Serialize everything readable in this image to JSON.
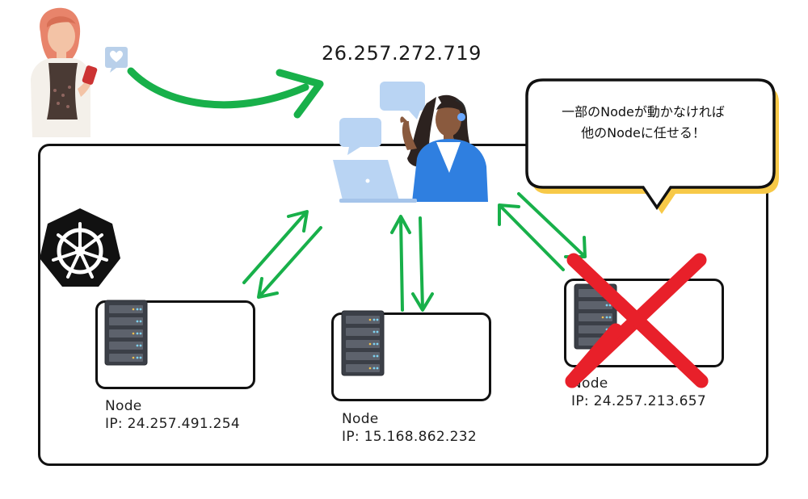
{
  "entry_ip": "26.257.272.719",
  "speech_bubble": {
    "line1": "一部のNodeが動かなければ",
    "line2": "他のNodeに任せる！"
  },
  "nodes": [
    {
      "label": "Node",
      "ip": "IP: 24.257.491.254",
      "status": "running"
    },
    {
      "label": "Node",
      "ip": "IP: 15.168.862.232",
      "status": "running"
    },
    {
      "label": "Node",
      "ip": "IP: 24.257.213.657",
      "status": "down"
    }
  ],
  "colors": {
    "arrow": "#18b04a",
    "failure_cross": "#e8202a",
    "bubble_shadow": "#f7c948",
    "operator_jacket": "#2f7fe0",
    "laptop": "#b9d4f3",
    "k8s_logo": "#111111"
  }
}
